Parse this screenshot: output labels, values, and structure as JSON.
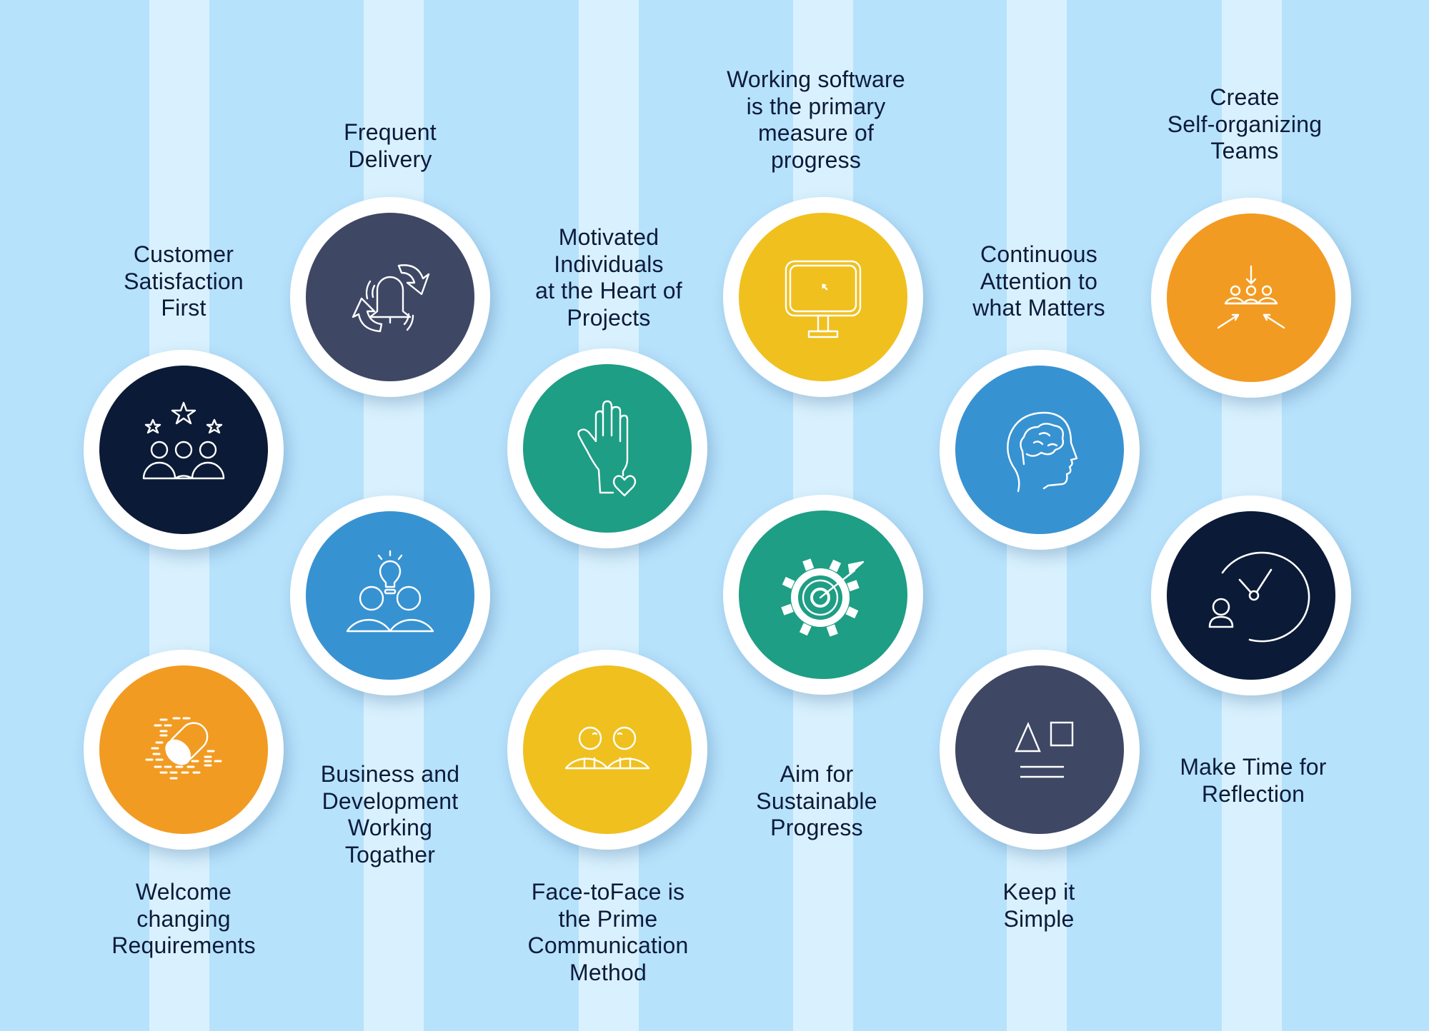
{
  "colors": {
    "background": "#b7e2fc",
    "stripe": "#d9f1fe",
    "ring": "#ffffff",
    "text": "#0d1b3a",
    "navy": "#0b1a36",
    "slate": "#3e4764",
    "teal": "#1e9e84",
    "blue": "#3792d2",
    "yellow": "#f0c01f",
    "orange": "#f29b22"
  },
  "principles": [
    {
      "id": "customer-satisfaction",
      "icon": "team-stars-icon",
      "color": "#0b1a36",
      "lines": [
        "Customer",
        "Satisfaction",
        "First"
      ]
    },
    {
      "id": "frequent-delivery",
      "icon": "bell-cycle-icon",
      "color": "#3e4764",
      "lines": [
        "Frequent",
        "Delivery"
      ]
    },
    {
      "id": "motivated-individuals",
      "icon": "hand-heart-icon",
      "color": "#1e9e84",
      "lines": [
        "Motivated",
        "Individuals",
        "at the Heart of",
        "Projects"
      ]
    },
    {
      "id": "working-software",
      "icon": "monitor-icon",
      "color": "#f0c01f",
      "lines": [
        "Working software",
        "is the primary",
        "measure of",
        "progress"
      ]
    },
    {
      "id": "continuous-attention",
      "icon": "brain-head-icon",
      "color": "#3792d2",
      "lines": [
        "Continuous",
        "Attention to",
        "what Matters"
      ]
    },
    {
      "id": "self-organizing-teams",
      "icon": "team-converge-icon",
      "color": "#f29b22",
      "lines": [
        "Create",
        "Self-organizing",
        "Teams"
      ]
    },
    {
      "id": "welcome-changing-requirements",
      "icon": "rolling-cylinder-icon",
      "color": "#f29b22",
      "lines": [
        "Welcome",
        "changing",
        "Requirements"
      ]
    },
    {
      "id": "business-development-together",
      "icon": "team-idea-icon",
      "color": "#3792d2",
      "lines": [
        "Business and",
        "Development",
        "Working",
        "Togather"
      ]
    },
    {
      "id": "face-to-face",
      "icon": "two-people-icon",
      "color": "#f0c01f",
      "lines": [
        "Face-toFace is",
        "the Prime",
        "Communication",
        "Method"
      ]
    },
    {
      "id": "sustainable-progress",
      "icon": "gear-target-icon",
      "color": "#1e9e84",
      "lines": [
        "Aim for",
        "Sustainable",
        "Progress"
      ]
    },
    {
      "id": "keep-it-simple",
      "icon": "shapes-icon",
      "color": "#3e4764",
      "lines": [
        "Keep it",
        "Simple"
      ]
    },
    {
      "id": "time-for-reflection",
      "icon": "clock-person-icon",
      "color": "#0b1a36",
      "lines": [
        "Make Time for",
        "Reflection"
      ]
    }
  ]
}
